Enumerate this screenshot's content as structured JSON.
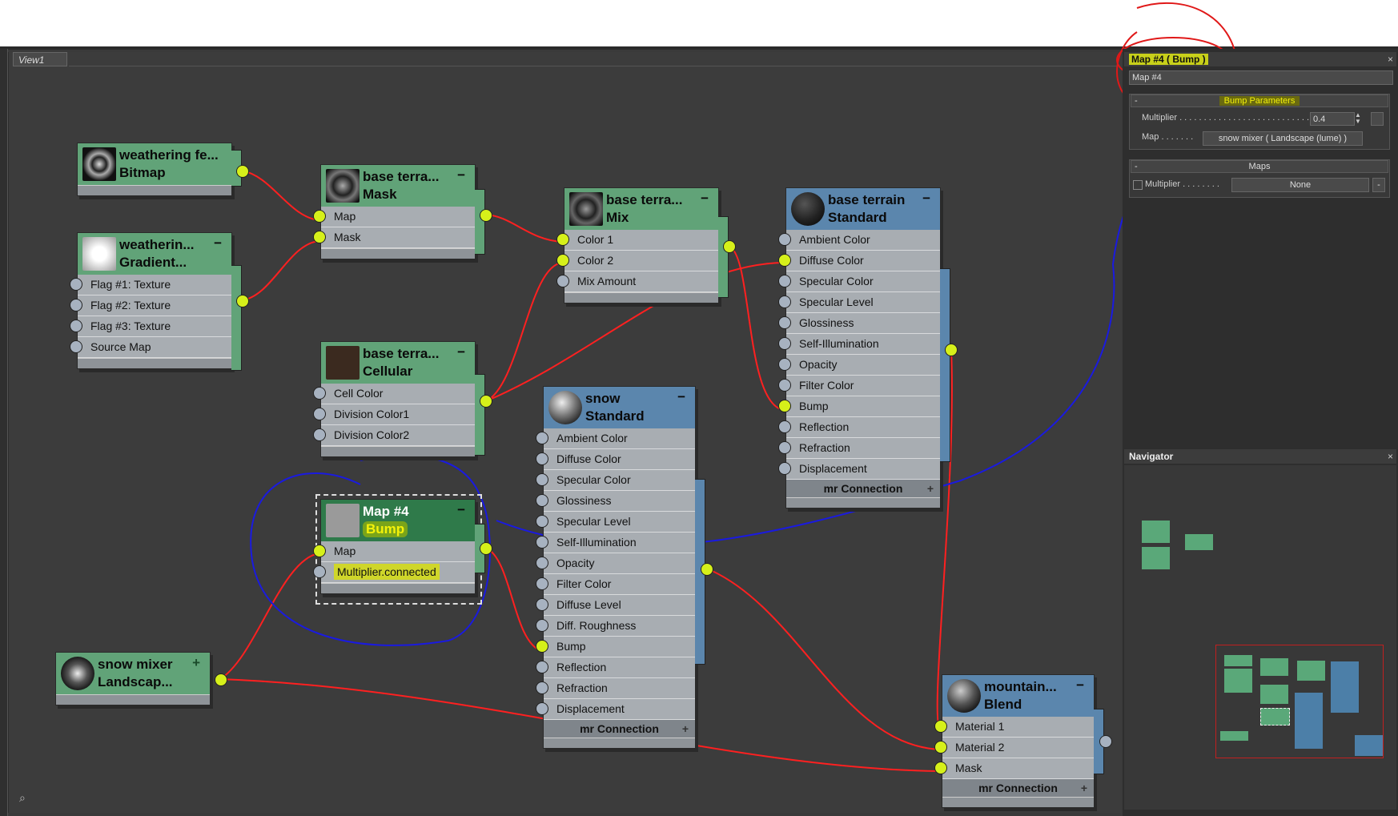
{
  "view_tab": "View1",
  "nodes": [
    {
      "id": "weathering-bitmap",
      "title1": "weathering fe...",
      "title2": "Bitmap",
      "mini": "",
      "rows": [],
      "mr": ""
    },
    {
      "id": "weathering-gradient",
      "title1": "weatherin...",
      "title2": "Gradient...",
      "mini": "−",
      "rows": [
        "Flag #1: Texture",
        "Flag #2: Texture",
        "Flag #3: Texture",
        "Source Map"
      ],
      "mr": ""
    },
    {
      "id": "base-mask",
      "title1": "base terra...",
      "title2": "Mask",
      "mini": "−",
      "rows": [
        "Map",
        "Mask"
      ],
      "mr": ""
    },
    {
      "id": "base-mix",
      "title1": "base terra...",
      "title2": "Mix",
      "mini": "−",
      "rows": [
        "Color 1",
        "Color 2",
        "Mix Amount"
      ],
      "mr": ""
    },
    {
      "id": "base-standard",
      "title1": "base terrain",
      "title2": "Standard",
      "mini": "−",
      "rows": [
        "Ambient Color",
        "Diffuse Color",
        "Specular Color",
        "Specular Level",
        "Glossiness",
        "Self-Illumination",
        "Opacity",
        "Filter Color",
        "Bump",
        "Reflection",
        "Refraction",
        "Displacement"
      ],
      "mr": "mr Connection"
    },
    {
      "id": "base-cellular",
      "title1": "base terra...",
      "title2": "Cellular",
      "mini": "−",
      "rows": [
        "Cell Color",
        "Division Color1",
        "Division Color2"
      ],
      "mr": ""
    },
    {
      "id": "snow-standard",
      "title1": "snow",
      "title2": "Standard",
      "mini": "−",
      "rows": [
        "Ambient Color",
        "Diffuse Color",
        "Specular Color",
        "Glossiness",
        "Specular Level",
        "Self-Illumination",
        "Opacity",
        "Filter Color",
        "Diffuse Level",
        "Diff. Roughness",
        "Bump",
        "Reflection",
        "Refraction",
        "Displacement"
      ],
      "mr": "mr Connection"
    },
    {
      "id": "map4-bump",
      "title1": "Map #4",
      "title2": "Bump",
      "mini": "−",
      "rows": [
        "Map",
        "Multiplier.connected"
      ],
      "mr": ""
    },
    {
      "id": "snow-mixer",
      "title1": "snow mixer",
      "title2": "Landscap...",
      "mini": "+",
      "rows": [],
      "mr": ""
    },
    {
      "id": "mountain-blend",
      "title1": "mountain...",
      "title2": "Blend",
      "mini": "−",
      "rows": [
        "Material 1",
        "Material 2",
        "Mask"
      ],
      "mr": "mr Connection"
    }
  ],
  "params": {
    "header": "Map #4  ( Bump )",
    "name_field": "Map #4",
    "rollout1_title": "Bump Parameters",
    "multiplier_label": "Multiplier . . . . . . . . . . . . . . . . . . . . . . . . . . . . .",
    "multiplier_value": "0.4",
    "map_label": "Map . . . . . . .",
    "map_value": "snow mixer  ( Landscape (lume) )",
    "rollout2_title": "Maps",
    "maps_multiplier_label": "Multiplier . . . . . . . .",
    "maps_none": "None",
    "collapse": "-"
  },
  "navigator": {
    "title": "Navigator",
    "close": "×"
  },
  "colors": {
    "green": "#61a378",
    "blue": "#5b86ad",
    "socket_active": "#d6f01a",
    "wire": "#ff2020",
    "annotation": "#1a1ae0"
  }
}
